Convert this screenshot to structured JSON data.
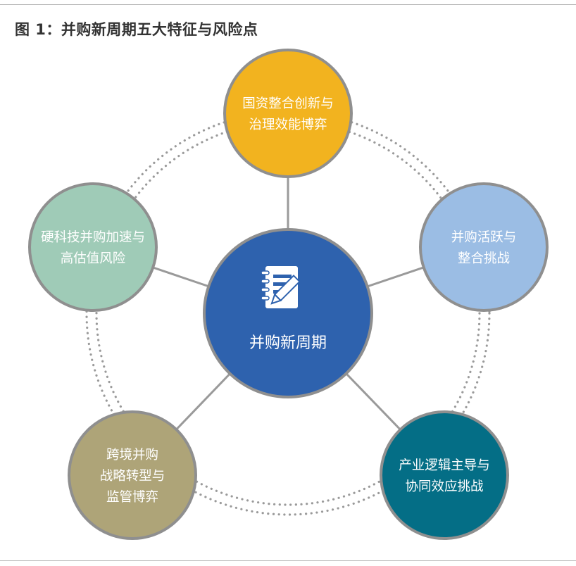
{
  "title": "图 1：并购新周期五大特征与风险点",
  "center": {
    "label": "并购新周期",
    "icon": "notebook-pen-icon",
    "color": "#2e62ae"
  },
  "features": [
    {
      "lines": [
        "国资整合创新与",
        "治理效能博弈"
      ],
      "color": "#f2b31f"
    },
    {
      "lines": [
        "并购活跃与",
        "整合挑战"
      ],
      "color": "#9bbde4"
    },
    {
      "lines": [
        "产业逻辑主导与",
        "协同效应挑战"
      ],
      "color": "#046e86"
    },
    {
      "lines": [
        "跨境并购",
        "战略转型与",
        "监管博弈"
      ],
      "color": "#aea478"
    },
    {
      "lines": [
        "硬科技并购加速与",
        "高估值风险"
      ],
      "color": "#9fcbb7"
    }
  ],
  "colors": {
    "ring_dots": "#9a9a9a",
    "connector": "#9a9a9a",
    "node_border": "#8f8f8f",
    "rule": "#b8b8b8"
  }
}
